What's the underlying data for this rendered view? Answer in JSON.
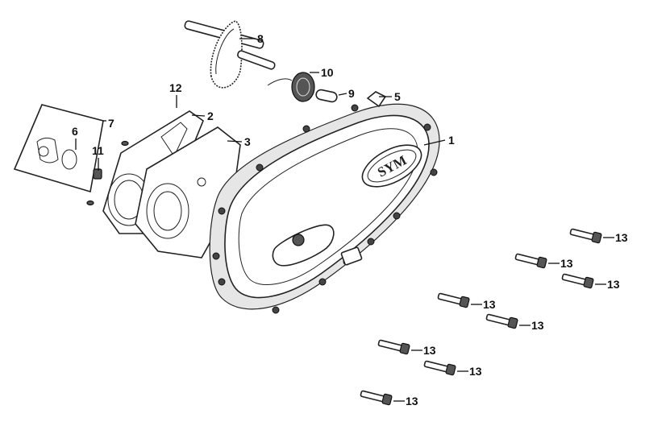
{
  "diagram": {
    "brand_logo_text": "SYM",
    "callouts": [
      {
        "id": "c1",
        "label": "1"
      },
      {
        "id": "c2",
        "label": "2"
      },
      {
        "id": "c3",
        "label": "3"
      },
      {
        "id": "c5",
        "label": "5"
      },
      {
        "id": "c6",
        "label": "6"
      },
      {
        "id": "c7",
        "label": "7"
      },
      {
        "id": "c8",
        "label": "8"
      },
      {
        "id": "c9",
        "label": "9"
      },
      {
        "id": "c10",
        "label": "10"
      },
      {
        "id": "c11",
        "label": "11"
      },
      {
        "id": "c12",
        "label": "12"
      },
      {
        "id": "c13a",
        "label": "13"
      },
      {
        "id": "c13b",
        "label": "13"
      },
      {
        "id": "c13c",
        "label": "13"
      },
      {
        "id": "c13d",
        "label": "13"
      },
      {
        "id": "c13e",
        "label": "13"
      },
      {
        "id": "c13f",
        "label": "13"
      },
      {
        "id": "c13g",
        "label": "13"
      },
      {
        "id": "c13h",
        "label": "13"
      }
    ]
  }
}
